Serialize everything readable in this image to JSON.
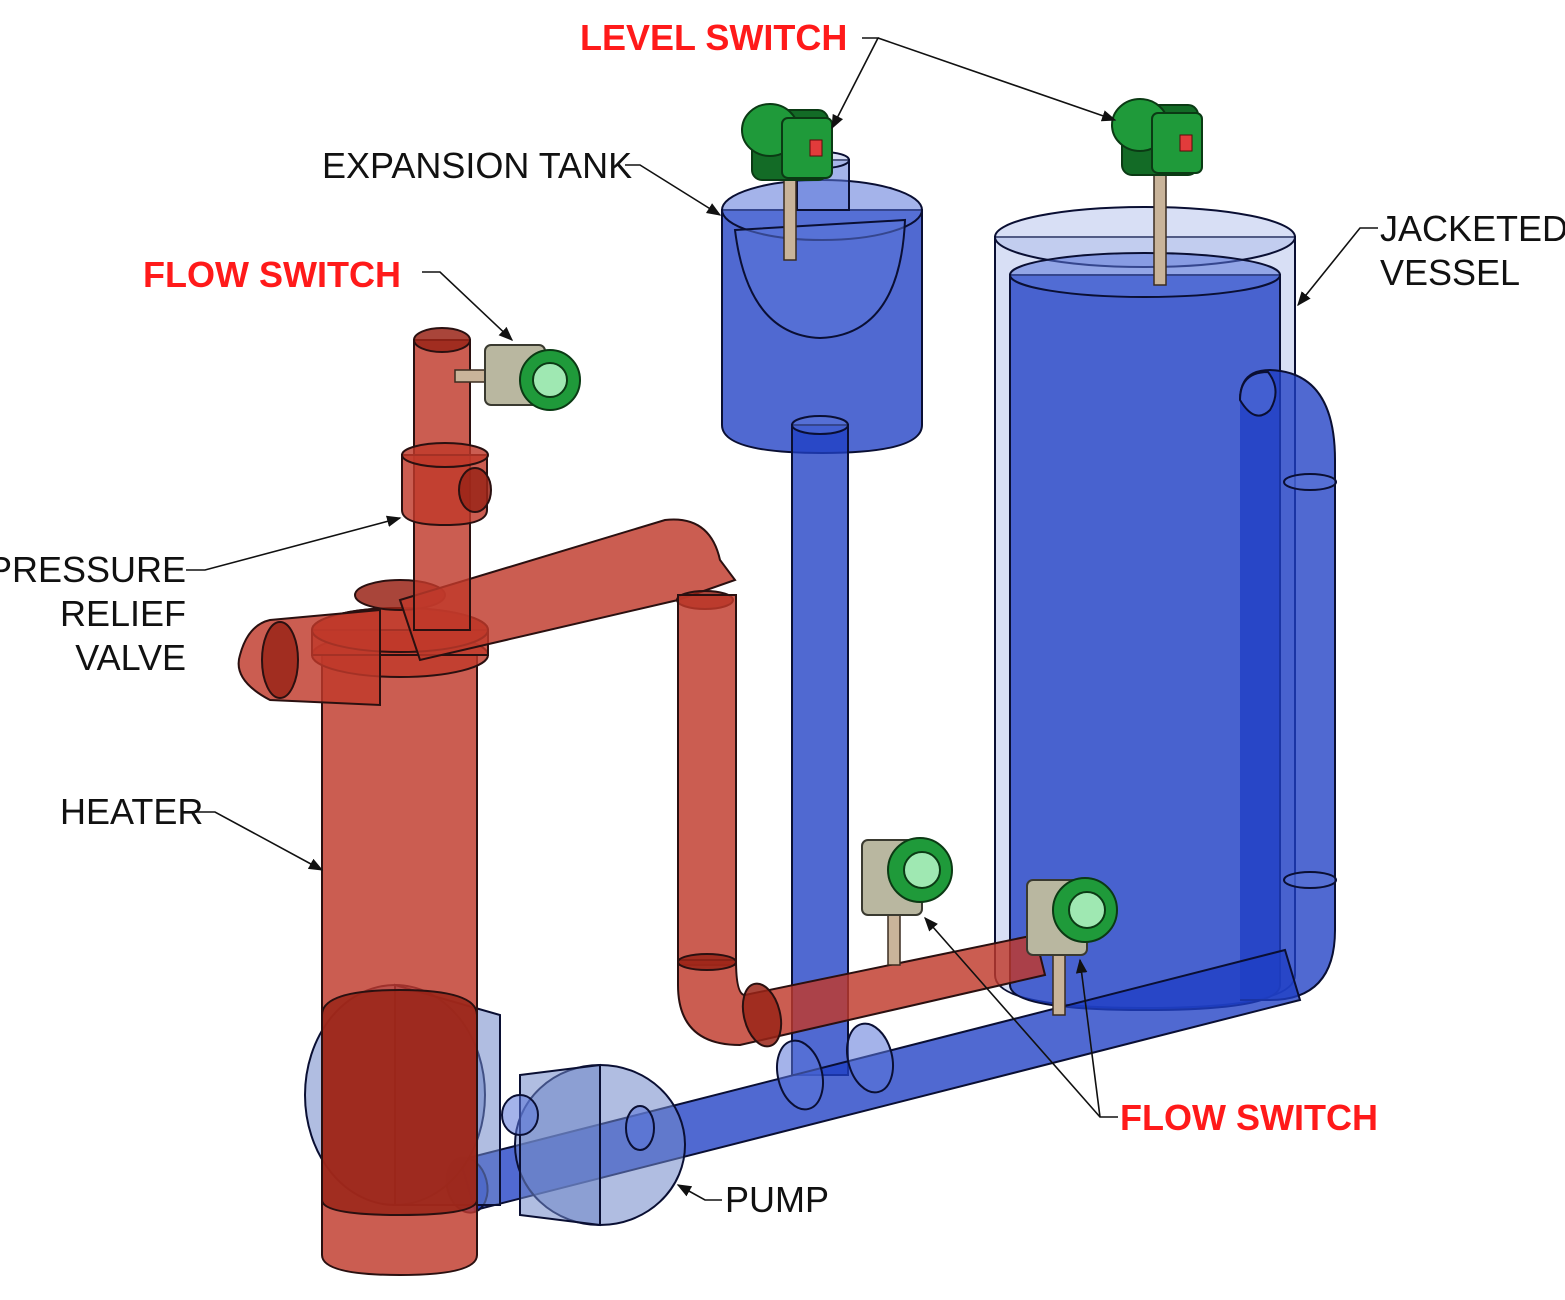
{
  "labels": {
    "level_switch": "LEVEL SWITCH",
    "expansion_tank": "EXPANSION TANK",
    "jacketed_vessel_line1": "JACKETED",
    "jacketed_vessel_line2": "VESSEL",
    "flow_switch_top": "FLOW SWITCH",
    "pressure_relief_line1": "PRESSURE",
    "pressure_relief_line2": "RELIEF",
    "pressure_relief_line3": "VALVE",
    "heater": "HEATER",
    "flow_switch_bottom": "FLOW SWITCH",
    "pump": "PUMP"
  },
  "colors": {
    "hot_loop": "#c0392b",
    "cold_loop": "#1f3fc4",
    "switch_housing": "#1f9a3a",
    "callout_red": "#ff1a1a"
  },
  "icons": {
    "switch": "flow-switch-icon"
  }
}
